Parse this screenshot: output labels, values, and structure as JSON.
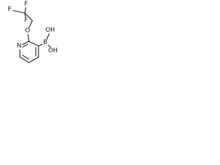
{
  "molecule": {
    "atoms": [
      {
        "id": "F1",
        "label": "F"
      },
      {
        "id": "F2",
        "label": "F"
      },
      {
        "id": "F3",
        "label": "F"
      },
      {
        "id": "O1",
        "label": "O"
      },
      {
        "id": "N1",
        "label": "N"
      },
      {
        "id": "B1",
        "label": "B"
      },
      {
        "id": "O2",
        "label": "OH"
      },
      {
        "id": "O3",
        "label": "OH"
      }
    ]
  },
  "colors": {
    "bond": "#1a1a1a",
    "text": "#111111",
    "background": "#ffffff"
  }
}
